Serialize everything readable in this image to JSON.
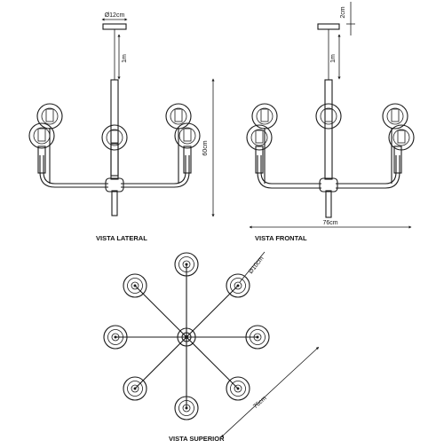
{
  "views": {
    "lateral": {
      "label": "VISTA LATERAL"
    },
    "frontal": {
      "label": "VISTA FRONTAL"
    },
    "superior": {
      "label": "VISTA SUPERIOR"
    }
  },
  "dimensions": {
    "canopy_diameter": "Ø12cm",
    "cable_length": "1m",
    "height": "60cm",
    "canopy_height": "2cm",
    "width": "76cm",
    "globe_diameter": "Ø10cm",
    "top_diameter": "76cm"
  }
}
